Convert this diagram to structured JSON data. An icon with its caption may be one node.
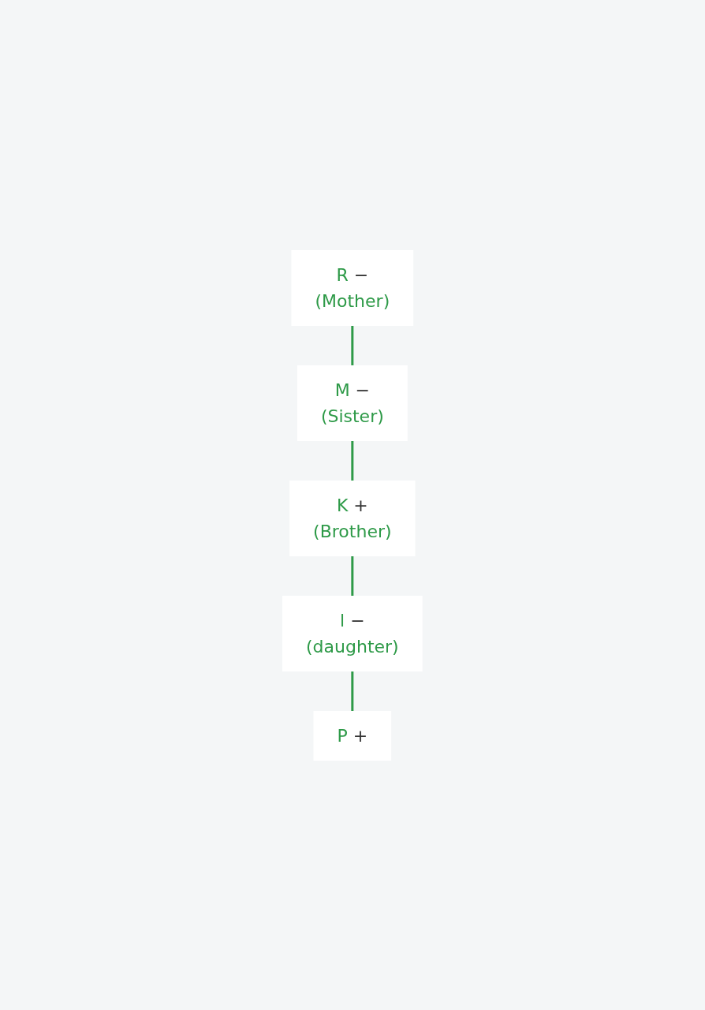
{
  "diagram": {
    "nodes": [
      {
        "text": [
          "R",
          "−",
          "(Mother)"
        ]
      },
      {
        "text": [
          "M",
          "−",
          "(Sister)"
        ]
      },
      {
        "text": [
          "K",
          "+",
          "(Brother)"
        ]
      },
      {
        "text": [
          "l",
          "−",
          "(daughter)"
        ]
      },
      {
        "text": [
          "P",
          "+"
        ]
      }
    ],
    "edges": [
      {
        "from": 0,
        "to": 1,
        "arrow": "none"
      },
      {
        "from": 1,
        "to": 2,
        "arrow": "none"
      },
      {
        "from": 2,
        "to": 3,
        "arrow": "none"
      },
      {
        "from": 3,
        "to": 4,
        "arrow": "none"
      }
    ]
  }
}
